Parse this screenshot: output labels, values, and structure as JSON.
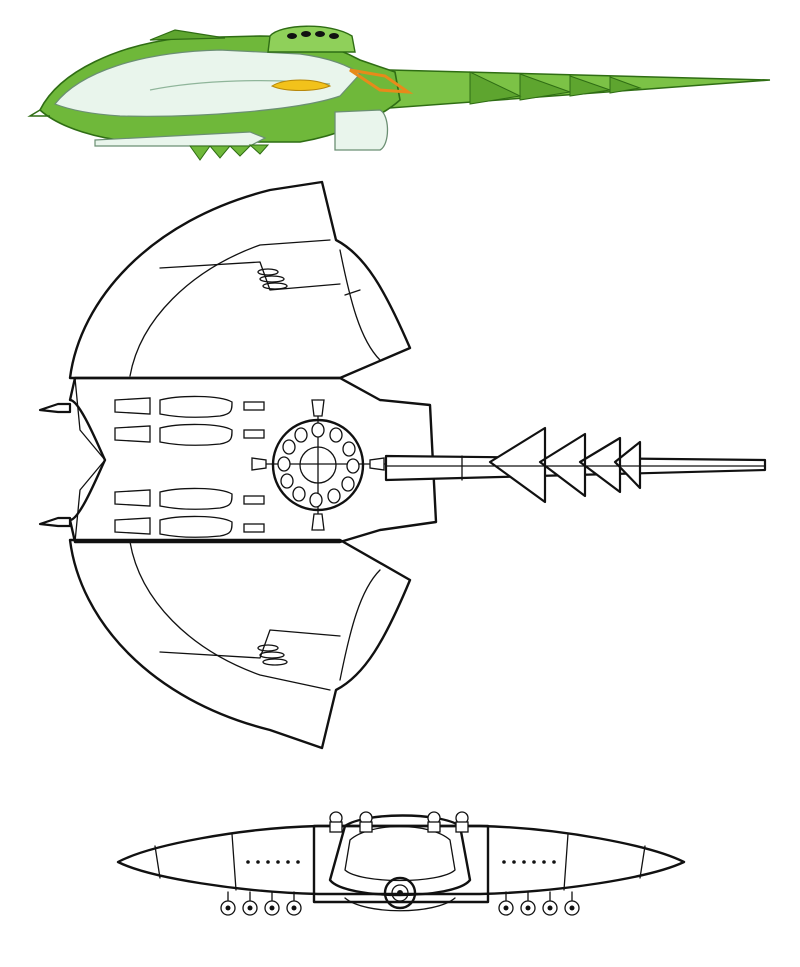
{
  "colors": {
    "hull_green": "#6fb83a",
    "hull_dark_green": "#3f8a20",
    "hull_light_green": "#b8e08a",
    "canopy_white": "#e9f5ec",
    "accent_yellow": "#f2c21b",
    "accent_orange": "#e88a1a",
    "line_ink": "#111111"
  },
  "views": [
    "side-view",
    "top-view",
    "front-view"
  ]
}
